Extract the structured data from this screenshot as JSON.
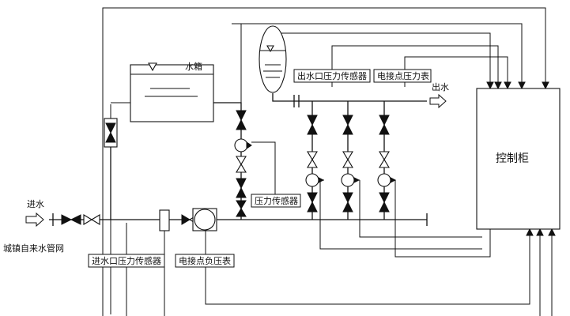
{
  "labels": {
    "water_tank": "水箱",
    "outlet_pressure_sensor": "出水口压力传感器",
    "contact_pressure_gauge": "电接点压力表",
    "water_outlet": "出水",
    "control_cabinet": "控制柜",
    "water_inlet": "进水",
    "city_water_network": "城镇自来水管网",
    "pressure_sensor": "压力传感器",
    "inlet_pressure_sensor": "进水口压力传感器",
    "contact_negative_pressure_gauge": "电接点负压表"
  }
}
